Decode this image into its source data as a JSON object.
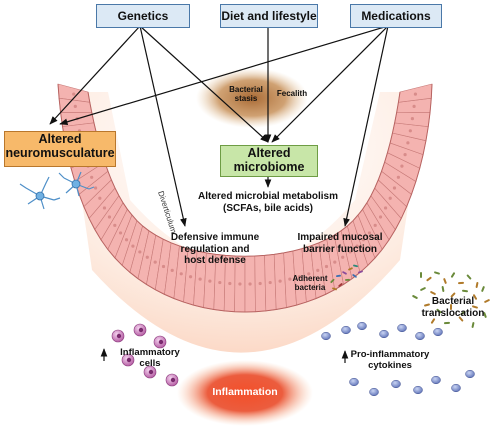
{
  "top_factors": {
    "genetics": "Genetics",
    "diet": "Diet and lifestyle",
    "medications": "Medications"
  },
  "stasis": {
    "bacterial": "Bacterial\nstasis",
    "fecalith": "Fecalith"
  },
  "neuromusculature": "Altered\nneuromusculature",
  "microbiome": "Altered\nmicrobiome",
  "metabolism": "Altered microbial metabolism\n(SCFAs, bile acids)",
  "immune": "Defensive immune\nregulation and\nhost defense",
  "barrier": "Impaired mucosal\nbarrier function",
  "diverticulum": "Diverticulum",
  "adherent": "Adherent\nbacteria",
  "translocation": "Bacterial\ntranslocation",
  "inflammatory_cells": "Inflammatory\ncells",
  "cytokines": "Pro-inflammatory\ncytokines",
  "inflammation": "Inflammation",
  "colors": {
    "box_fill": "#dce9f5",
    "box_border": "#4a78a8",
    "neuro_fill": "#f7b96a",
    "microbiome_fill": "#c8e6a8",
    "epithelium": "#f4b3b0",
    "inflammation": "#e8401c"
  }
}
